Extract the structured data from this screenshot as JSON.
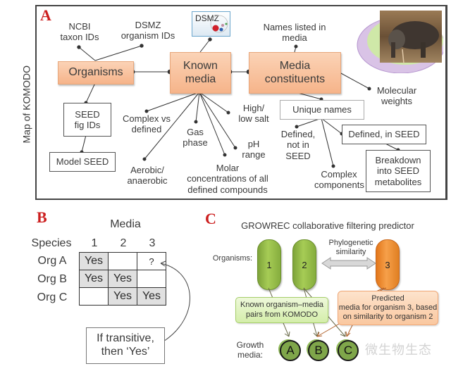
{
  "panel_a": {
    "letter": "A",
    "side_label": "Map of KOMODO",
    "nodes": {
      "ncbi": "NCBI\ntaxon IDs",
      "dsmz_ids": "DSMZ\norganism IDs",
      "dsmz_logo": "DSMZ",
      "organisms": "Organisms",
      "known_media": "Known\nmedia",
      "media_constituents": "Media\nconstituents",
      "names_listed": "Names listed in\nmedia",
      "molecular_weights": "Molecular\nweights",
      "seed_fig_ids": "SEED\nfig IDs",
      "model_seed": "Model SEED",
      "complex_vs_defined": "Complex vs\ndefined",
      "gas_phase": "Gas\nphase",
      "high_low_salt": "High/\nlow salt",
      "ph_range": "pH\nrange",
      "aerobic": "Aerobic/\nanaerobic",
      "molar": "Molar\nconcentrations of all\ndefined compounds",
      "unique_names": "Unique names",
      "defined_not_seed": "Defined,\nnot in\nSEED",
      "defined_in_seed": "Defined, in SEED",
      "complex_components": "Complex\ncomponents",
      "breakdown": "Breakdown\ninto SEED\nmetabolites"
    },
    "image_subject": "Komodo dragon photo"
  },
  "panel_b": {
    "letter": "B",
    "column_group_label": "Media",
    "row_header_label": "Species",
    "columns": [
      "1",
      "2",
      "3"
    ],
    "rows": [
      {
        "label": "Org A",
        "cells": [
          "Yes",
          "",
          "?"
        ]
      },
      {
        "label": "Org B",
        "cells": [
          "Yes",
          "Yes",
          ""
        ]
      },
      {
        "label": "Org C",
        "cells": [
          "",
          "Yes",
          "Yes"
        ]
      }
    ],
    "callout": "If transitive,\nthen ‘Yes’"
  },
  "panel_c": {
    "letter": "C",
    "title": "GROWREC collaborative filtering predictor",
    "organisms_label": "Organisms:",
    "organisms": [
      "1",
      "2",
      "3"
    ],
    "similarity_label": "Phylogenetic\nsimilarity",
    "known_note": "Known organism–media\npairs from KOMODO",
    "predicted_note": "Predicted\nmedia for organism 3, based\non similarity to organism 2",
    "growth_media_label": "Growth\nmedia:",
    "media": [
      "A",
      "B",
      "C"
    ],
    "colors": {
      "known_green": "#8fb84a",
      "predicted_orange": "#f08a2c",
      "known_arrow": "#5a5a3a",
      "predicted_arrow": "#b0602a"
    }
  },
  "watermark": "微生物生态",
  "colors": {
    "panel_letter": "#cc1f1f",
    "orange_box": "#f6b48a",
    "line": "#333333"
  }
}
